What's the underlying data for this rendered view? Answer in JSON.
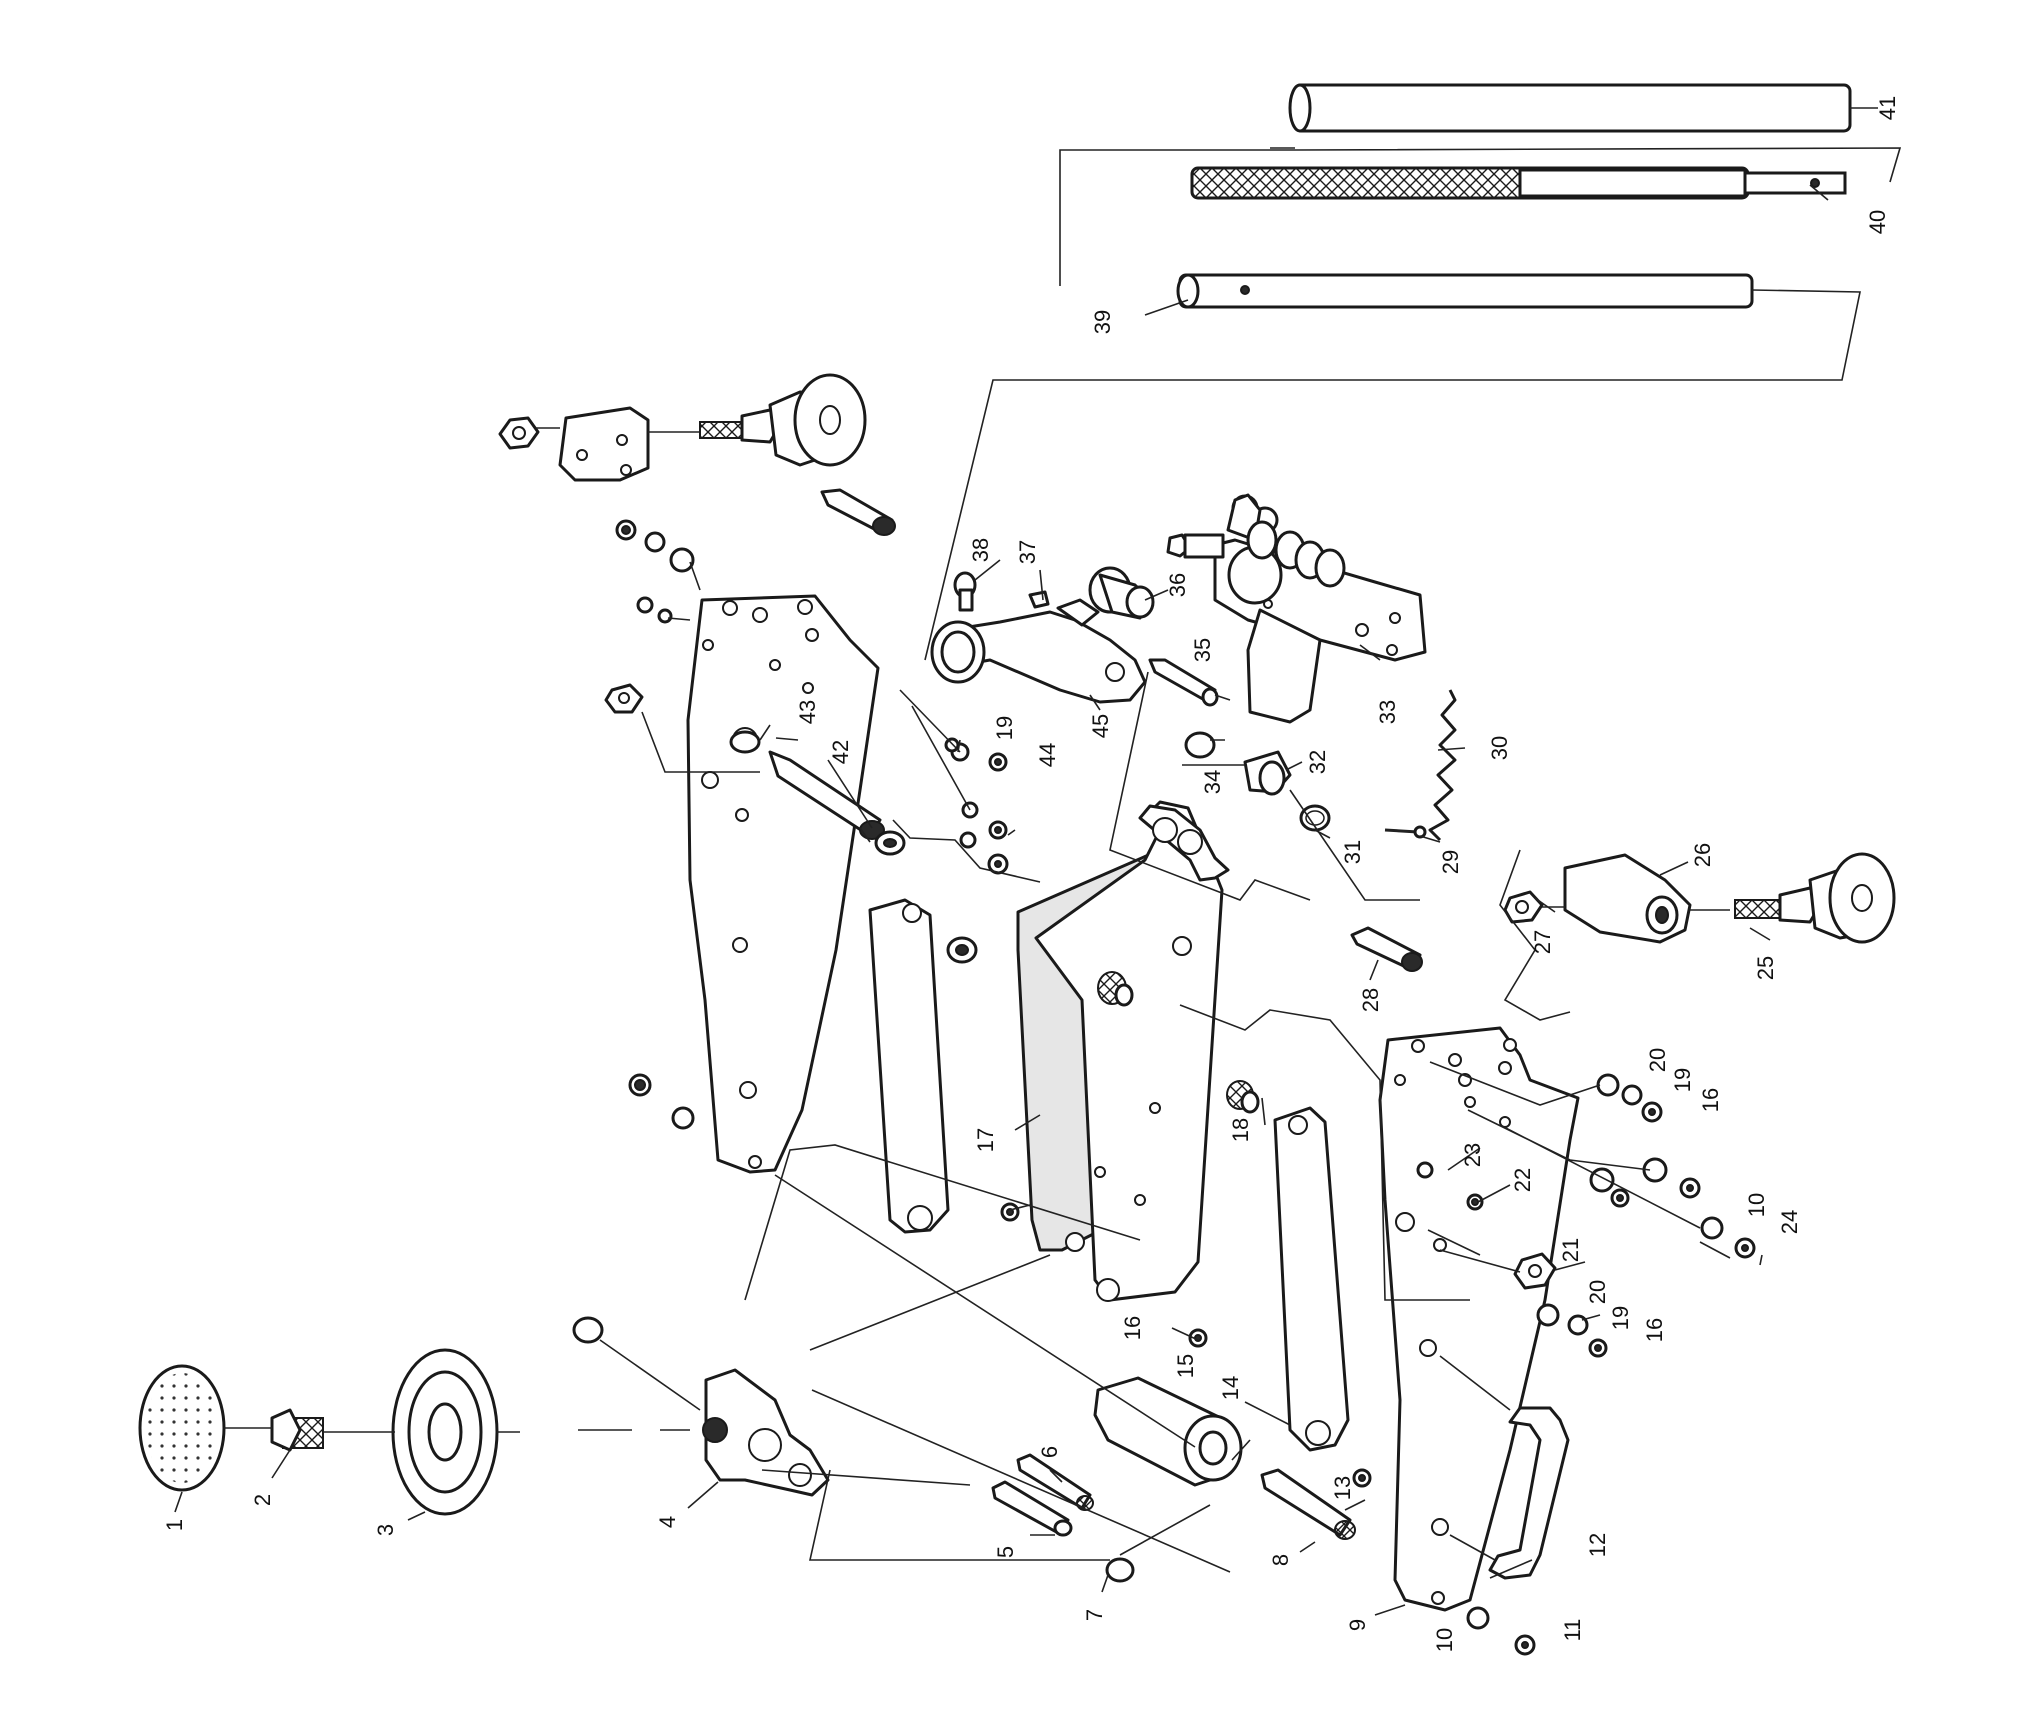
{
  "callouts": [
    {
      "id": "c1",
      "text": "1"
    },
    {
      "id": "c2",
      "text": "2"
    },
    {
      "id": "c3",
      "text": "3"
    },
    {
      "id": "c4",
      "text": "4"
    },
    {
      "id": "c5",
      "text": "5"
    },
    {
      "id": "c6",
      "text": "6"
    },
    {
      "id": "c7",
      "text": "7"
    },
    {
      "id": "c8",
      "text": "8"
    },
    {
      "id": "c9",
      "text": "9"
    },
    {
      "id": "c10a",
      "text": "10"
    },
    {
      "id": "c10b",
      "text": "10"
    },
    {
      "id": "c11",
      "text": "11"
    },
    {
      "id": "c12",
      "text": "12"
    },
    {
      "id": "c13",
      "text": "13"
    },
    {
      "id": "c14",
      "text": "14"
    },
    {
      "id": "c15",
      "text": "15"
    },
    {
      "id": "c16a",
      "text": "16"
    },
    {
      "id": "c16b",
      "text": "16"
    },
    {
      "id": "c16c",
      "text": "16"
    },
    {
      "id": "c17",
      "text": "17"
    },
    {
      "id": "c18",
      "text": "18"
    },
    {
      "id": "c19a",
      "text": "19"
    },
    {
      "id": "c19b",
      "text": "19"
    },
    {
      "id": "c19c",
      "text": "19"
    },
    {
      "id": "c20a",
      "text": "20"
    },
    {
      "id": "c20b",
      "text": "20"
    },
    {
      "id": "c21",
      "text": "21"
    },
    {
      "id": "c22",
      "text": "22"
    },
    {
      "id": "c23",
      "text": "23"
    },
    {
      "id": "c24",
      "text": "24"
    },
    {
      "id": "c25",
      "text": "25"
    },
    {
      "id": "c26",
      "text": "26"
    },
    {
      "id": "c27",
      "text": "27"
    },
    {
      "id": "c28",
      "text": "28"
    },
    {
      "id": "c29",
      "text": "29"
    },
    {
      "id": "c30",
      "text": "30"
    },
    {
      "id": "c31",
      "text": "31"
    },
    {
      "id": "c32",
      "text": "32"
    },
    {
      "id": "c33",
      "text": "33"
    },
    {
      "id": "c34",
      "text": "34"
    },
    {
      "id": "c35",
      "text": "35"
    },
    {
      "id": "c36",
      "text": "36"
    },
    {
      "id": "c37",
      "text": "37"
    },
    {
      "id": "c38",
      "text": "38"
    },
    {
      "id": "c39",
      "text": "39"
    },
    {
      "id": "c40",
      "text": "40"
    },
    {
      "id": "c41",
      "text": "41"
    },
    {
      "id": "c42",
      "text": "42"
    },
    {
      "id": "c43",
      "text": "43"
    },
    {
      "id": "c44",
      "text": "44"
    },
    {
      "id": "c45",
      "text": "45"
    }
  ]
}
